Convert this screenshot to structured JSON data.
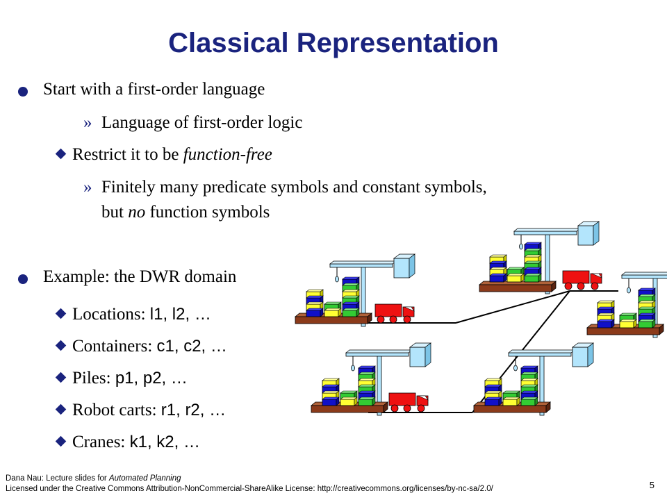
{
  "slide": {
    "title": "Classical Representation",
    "bullets": {
      "b1": "Start with a first-order language",
      "b1_sub1": "Language of first-order logic",
      "b1_sub2": "Restrict it to be ",
      "b1_sub2_em": "function-free",
      "b1_sub3_line1": "Finitely many predicate symbols and constant symbols,",
      "b1_sub3_line2_a": "but ",
      "b1_sub3_line2_em": "no",
      "b1_sub3_line2_b": " function symbols",
      "b2": "Example: the DWR domain",
      "locations_label": "Locations: ",
      "locations_value": "l1, l2, …",
      "containers_label": "Containers: ",
      "containers_value": "c1, c2, …",
      "piles_label": "Piles: ",
      "piles_value": "p1, p2, …",
      "robots_label": "Robot carts: ",
      "robots_value": "r1, r2, …",
      "cranes_label": "Cranes: ",
      "cranes_value": "k1, k2, …"
    },
    "sub_marker": "»"
  },
  "footer": {
    "line1_a": "Dana Nau: Lecture slides for ",
    "line1_em": "Automated Planning",
    "line2": "Licensed under the Creative Commons Attribution-NonCommercial-ShareAlike License: http://creativecommons.org/licenses/by-nc-sa/2.0/",
    "page_number": "5"
  },
  "colors": {
    "title": "#1a237e",
    "bullet": "#1a237e",
    "crane": "#b3e5fc",
    "container_blue": "#1010c8",
    "container_yellow": "#ffff33",
    "container_green": "#33cc33",
    "pallet": "#8b3a1a",
    "robot": "#ee1111"
  },
  "icons": [
    "bullet-dot",
    "diamond-bullet",
    "crane-icon",
    "robot-cart-icon",
    "container-pile-icon"
  ]
}
